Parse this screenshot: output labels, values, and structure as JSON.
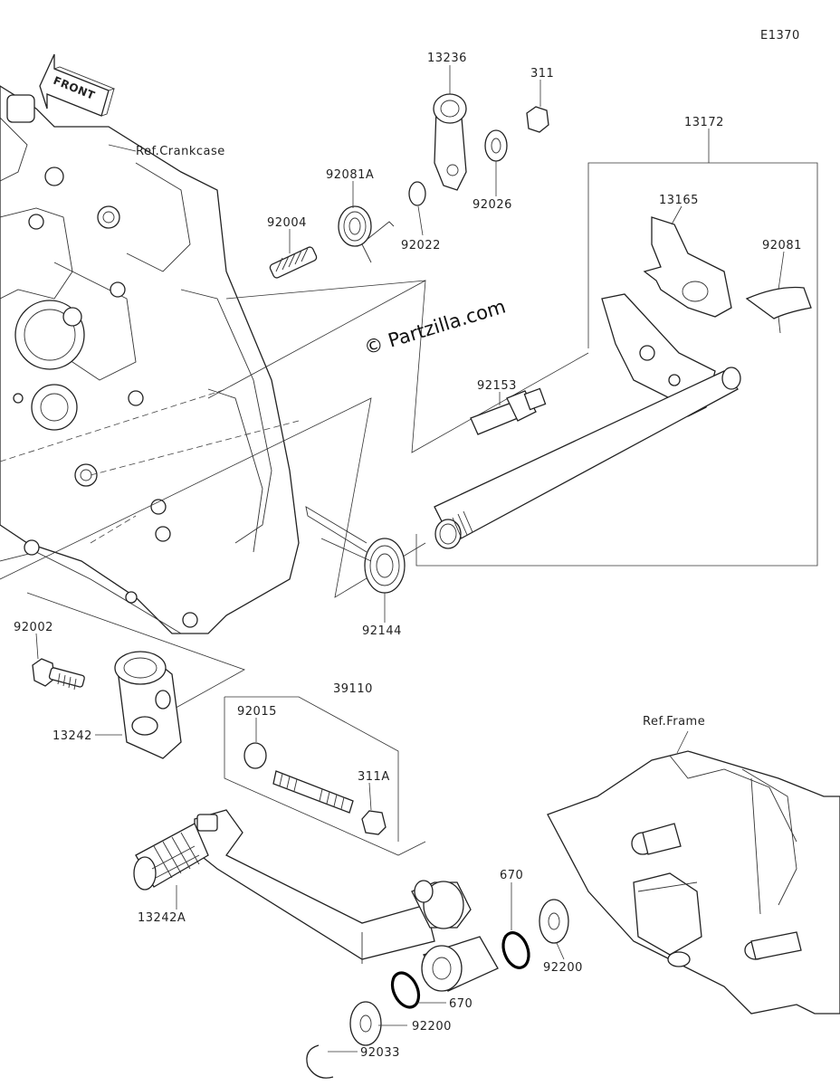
{
  "diagram": {
    "code": "E1370",
    "front_label": "FRONT",
    "watermark": "© Partzilla.com",
    "refs": {
      "crankcase": "Ref.Crankcase",
      "frame": "Ref.Frame"
    },
    "callouts": {
      "p13236": "13236",
      "p311": "311",
      "p13172": "13172",
      "p92081A": "92081A",
      "p92004": "92004",
      "p92022": "92022",
      "p92026": "92026",
      "p13165": "13165",
      "p92081": "92081",
      "p92153": "92153",
      "p92144": "92144",
      "p92002": "92002",
      "p13242": "13242",
      "p39110": "39110",
      "p92015": "92015",
      "p311A": "311A",
      "p13242A": "13242A",
      "p670_upper": "670",
      "p92200_upper": "92200",
      "p670_lower": "670",
      "p92200_lower": "92200",
      "p92033": "92033"
    }
  }
}
